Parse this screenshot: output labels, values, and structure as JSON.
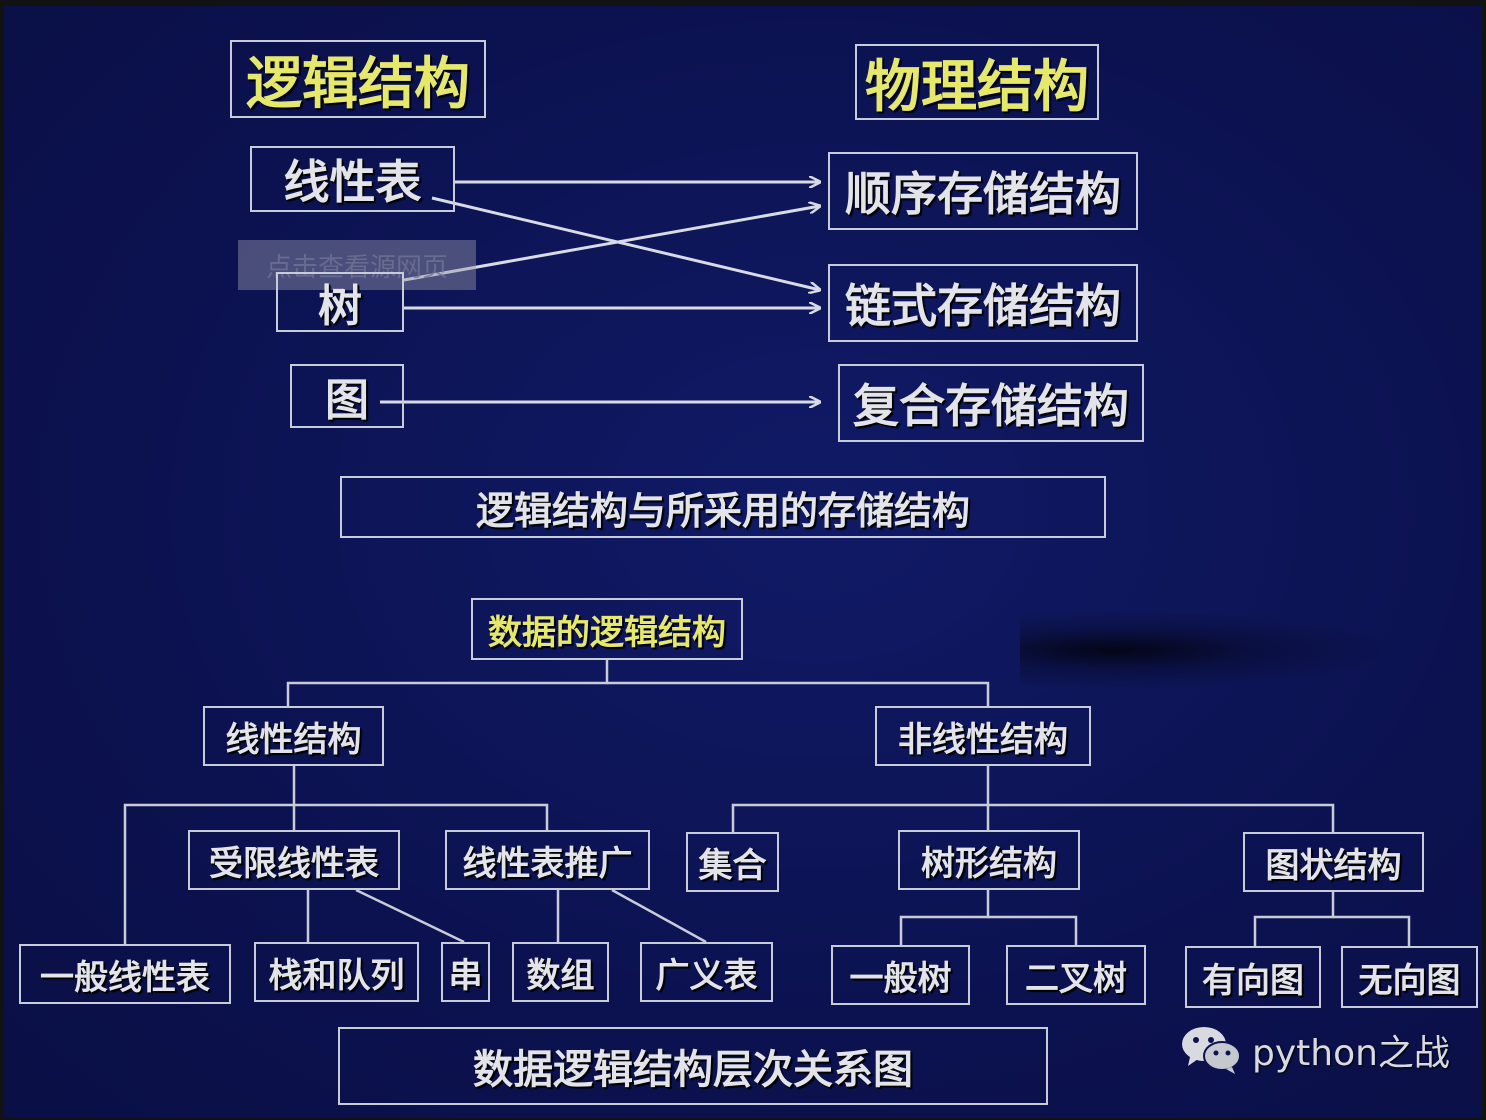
{
  "top": {
    "logical_title": "逻辑结构",
    "physical_title": "物理结构",
    "logical_items": [
      "线性表",
      "树",
      "图"
    ],
    "physical_items": [
      "顺序存储结构",
      "链式存储结构",
      "复合存储结构"
    ],
    "caption": "逻辑结构与所采用的存储结构",
    "watermark": "点击查看源网页"
  },
  "bottom": {
    "root": "数据的逻辑结构",
    "linear": "线性结构",
    "nonlinear": "非线性结构",
    "restricted_list": "受限线性表",
    "list_generalization": "线性表推广",
    "set": "集合",
    "tree_structure": "树形结构",
    "graph_structure": "图状结构",
    "general_list": "一般线性表",
    "stack_queue": "栈和队列",
    "string": "串",
    "array": "数组",
    "generalized_list": "广义表",
    "general_tree": "一般树",
    "binary_tree": "二叉树",
    "directed_graph": "有向图",
    "undirected_graph": "无向图",
    "caption": "数据逻辑结构层次关系图"
  },
  "brand": {
    "text": "python之战",
    "icon": "wechat-icon"
  },
  "colors": {
    "background": "#0c1250",
    "title": "#e6e86c",
    "text": "#e2e4ea",
    "line": "#c8ccd8"
  }
}
